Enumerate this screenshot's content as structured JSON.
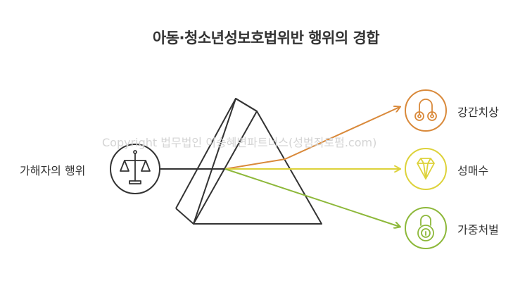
{
  "title": "아동·청소년성보호법위반 행위의 경합",
  "input": {
    "label": "가해자의 행위",
    "icon": "scales-icon"
  },
  "outputs": [
    {
      "label": "강간치상",
      "icon": "handcuffs-icon",
      "color": "#d9893a"
    },
    {
      "label": "성매수",
      "icon": "diamond-icon",
      "color": "#ddd23a"
    },
    {
      "label": "가중처벌",
      "icon": "padlock-icon",
      "color": "#8db83a"
    }
  ],
  "watermark": "Copyright 법무법인 이승혜변파트너스(성범죄로펌.com)",
  "colors": {
    "outline": "#333333",
    "prism": "#333333"
  }
}
